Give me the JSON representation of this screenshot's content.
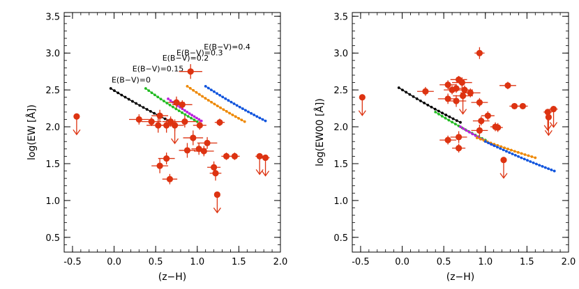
{
  "chart_data": [
    {
      "type": "scatter",
      "title": "",
      "xlabel": "(z−H)",
      "ylabel": "log(EW [Å])",
      "xlim": [
        -0.6,
        2.0
      ],
      "ylim": [
        0.3,
        3.55
      ],
      "xticks": [
        "-0.5",
        "0.0",
        "0.5",
        "1.0",
        "1.5",
        "2.0"
      ],
      "yticks": [
        "0.5",
        "1.0",
        "1.5",
        "2.0",
        "2.5",
        "3.0",
        "3.5"
      ],
      "grid": false,
      "model_tracks": [
        {
          "name": "E(B−V)=0",
          "color": "#000000",
          "x_start": -0.04,
          "x_end": 0.7,
          "y_start": 2.52,
          "y_end": 2.06,
          "points": 18
        },
        {
          "name": "E(B−V)=0.15",
          "color": "#22bb22",
          "x_start": 0.38,
          "x_end": 1.0,
          "y_start": 2.52,
          "y_end": 2.07,
          "points": 18
        },
        {
          "name": "E(B−V)=0.2",
          "color": "#bb22dd",
          "x_start": 0.65,
          "x_end": 1.05,
          "y_start": 2.38,
          "y_end": 2.08,
          "points": 15
        },
        {
          "name": "E(B−V)=0.3",
          "color": "#ee8800",
          "x_start": 0.88,
          "x_end": 1.57,
          "y_start": 2.55,
          "y_end": 2.07,
          "points": 20
        },
        {
          "name": "E(B−V)=0.4",
          "color": "#1155dd",
          "x_start": 1.1,
          "x_end": 1.82,
          "y_start": 2.55,
          "y_end": 2.08,
          "points": 22
        }
      ],
      "labels": [
        {
          "text": "E(B−V)=0",
          "x": -0.03,
          "y": 2.6
        },
        {
          "text": "E(B−V)=0.15",
          "x": 0.22,
          "y": 2.75
        },
        {
          "text": "E(B−V)=0.2",
          "x": 0.58,
          "y": 2.9
        },
        {
          "text": "E(B−V)=0.3",
          "x": 0.75,
          "y": 2.97
        },
        {
          "text": "E(B−V)=0.4",
          "x": 1.08,
          "y": 3.05
        }
      ],
      "points": [
        {
          "x": 0.3,
          "y": 2.1,
          "xerr": 0.12,
          "yerr": 0.07
        },
        {
          "x": 0.45,
          "y": 2.07,
          "xerr": 0.12,
          "yerr": 0.06
        },
        {
          "x": 0.55,
          "y": 2.15,
          "xerr": 0.1,
          "yerr": 0.08
        },
        {
          "x": 0.53,
          "y": 2.02,
          "xerr": 0.14,
          "yerr": 0.1
        },
        {
          "x": 0.63,
          "y": 2.02,
          "xerr": 0.12,
          "yerr": 0.1
        },
        {
          "x": 0.68,
          "y": 2.07,
          "xerr": 0.1,
          "yerr": 0.07
        },
        {
          "x": 0.73,
          "y": 2.02,
          "xerr": 0.11,
          "yerr": 0.08,
          "limit": true
        },
        {
          "x": 0.75,
          "y": 2.33,
          "xerr": 0.1,
          "yerr": 0.08
        },
        {
          "x": 0.82,
          "y": 2.3,
          "xerr": 0.12,
          "yerr": 0.06
        },
        {
          "x": 0.85,
          "y": 2.07,
          "xerr": 0.14,
          "yerr": 0.08
        },
        {
          "x": 0.92,
          "y": 2.75,
          "xerr": 0.14,
          "yerr": 0.1
        },
        {
          "x": 1.03,
          "y": 2.02,
          "xerr": 0.08,
          "yerr": 0.06
        },
        {
          "x": 0.95,
          "y": 1.85,
          "xerr": 0.12,
          "yerr": 0.1
        },
        {
          "x": 1.02,
          "y": 1.7,
          "xerr": 0.09,
          "yerr": 0.08
        },
        {
          "x": 1.12,
          "y": 1.78,
          "xerr": 0.12,
          "yerr": 0.08
        },
        {
          "x": 1.08,
          "y": 1.67,
          "xerr": 0.12,
          "yerr": 0.07
        },
        {
          "x": 0.88,
          "y": 1.68,
          "xerr": 0.1,
          "yerr": 0.1
        },
        {
          "x": 1.2,
          "y": 1.45,
          "xerr": 0.08,
          "yerr": 0.08
        },
        {
          "x": 0.55,
          "y": 1.47,
          "xerr": 0.1,
          "yerr": 0.1
        },
        {
          "x": 0.63,
          "y": 1.57,
          "xerr": 0.1,
          "yerr": 0.08
        },
        {
          "x": 0.67,
          "y": 1.29,
          "xerr": 0.09,
          "yerr": 0.07
        },
        {
          "x": 1.22,
          "y": 1.37,
          "xerr": 0.07,
          "yerr": 0.1
        },
        {
          "x": 1.35,
          "y": 1.6,
          "xerr": 0.06,
          "yerr": 0.05
        },
        {
          "x": 1.45,
          "y": 1.6,
          "xerr": 0.06,
          "yerr": 0.05
        },
        {
          "x": 1.27,
          "y": 2.06,
          "xerr": 0.06,
          "yerr": 0.05
        },
        {
          "x": -0.45,
          "y": 2.14,
          "xerr": 0,
          "yerr": 0,
          "limit": true
        },
        {
          "x": 1.24,
          "y": 1.08,
          "xerr": 0,
          "yerr": 0,
          "limit": true
        },
        {
          "x": 1.75,
          "y": 1.6,
          "xerr": 0.05,
          "yerr": 0,
          "limit": true
        },
        {
          "x": 1.82,
          "y": 1.58,
          "xerr": 0.05,
          "yerr": 0,
          "limit": true
        }
      ]
    },
    {
      "type": "scatter",
      "title": "",
      "xlabel": "(z−H)",
      "ylabel": "log(EW00 [Å])",
      "xlim": [
        -0.6,
        2.0
      ],
      "ylim": [
        0.3,
        3.55
      ],
      "xticks": [
        "-0.5",
        "0.0",
        "0.5",
        "1.0",
        "1.5",
        "2.0"
      ],
      "yticks": [
        "0.5",
        "1.0",
        "1.5",
        "2.0",
        "2.5",
        "3.0",
        "3.5"
      ],
      "grid": false,
      "model_tracks": [
        {
          "name": "E(B−V)=0",
          "color": "#000000",
          "x_start": -0.04,
          "x_end": 0.7,
          "y_start": 2.53,
          "y_end": 2.06,
          "points": 18
        },
        {
          "name": "E(B−V)=0.15",
          "color": "#22bb22",
          "x_start": 0.4,
          "x_end": 1.0,
          "y_start": 2.2,
          "y_end": 1.82,
          "points": 16
        },
        {
          "name": "E(B−V)=0.2",
          "color": "#bb22dd",
          "x_start": 0.7,
          "x_end": 1.1,
          "y_start": 2.0,
          "y_end": 1.75,
          "points": 12
        },
        {
          "name": "E(B−V)=0.3",
          "color": "#ee8800",
          "x_start": 0.9,
          "x_end": 1.6,
          "y_start": 1.85,
          "y_end": 1.58,
          "points": 18
        },
        {
          "name": "E(B−V)=0.4",
          "color": "#1155dd",
          "x_start": 1.0,
          "x_end": 1.83,
          "y_start": 1.8,
          "y_end": 1.4,
          "points": 24
        }
      ],
      "points": [
        {
          "x": 0.28,
          "y": 2.48,
          "xerr": 0.1,
          "yerr": 0.06
        },
        {
          "x": 0.55,
          "y": 2.57,
          "xerr": 0.1,
          "yerr": 0.06
        },
        {
          "x": 0.68,
          "y": 2.64,
          "xerr": 0.1,
          "yerr": 0.05
        },
        {
          "x": 0.72,
          "y": 2.6,
          "xerr": 0.12,
          "yerr": 0.07
        },
        {
          "x": 0.65,
          "y": 2.52,
          "xerr": 0.1,
          "yerr": 0.06
        },
        {
          "x": 0.75,
          "y": 2.5,
          "xerr": 0.1,
          "yerr": 0.06
        },
        {
          "x": 0.6,
          "y": 2.5,
          "xerr": 0.1,
          "yerr": 0.06
        },
        {
          "x": 0.55,
          "y": 2.38,
          "xerr": 0.12,
          "yerr": 0.07
        },
        {
          "x": 0.65,
          "y": 2.35,
          "xerr": 0.12,
          "yerr": 0.08
        },
        {
          "x": 0.73,
          "y": 2.42,
          "xerr": 0.12,
          "yerr": 0.06,
          "limit": true
        },
        {
          "x": 0.82,
          "y": 2.46,
          "xerr": 0.12,
          "yerr": 0.06
        },
        {
          "x": 0.93,
          "y": 2.33,
          "xerr": 0.1,
          "yerr": 0.06
        },
        {
          "x": 0.93,
          "y": 3.0,
          "xerr": 0.06,
          "yerr": 0.08
        },
        {
          "x": 1.27,
          "y": 2.56,
          "xerr": 0.1,
          "yerr": 0.05
        },
        {
          "x": 1.35,
          "y": 2.28,
          "xerr": 0.06,
          "yerr": 0.04
        },
        {
          "x": 1.45,
          "y": 2.28,
          "xerr": 0.06,
          "yerr": 0.04
        },
        {
          "x": 1.03,
          "y": 2.15,
          "xerr": 0.08,
          "yerr": 0.06
        },
        {
          "x": 0.95,
          "y": 2.08,
          "xerr": 0.1,
          "yerr": 0.06
        },
        {
          "x": 0.93,
          "y": 1.95,
          "xerr": 0.1,
          "yerr": 0.08
        },
        {
          "x": 1.12,
          "y": 2.0,
          "xerr": 0.06,
          "yerr": 0.06
        },
        {
          "x": 1.15,
          "y": 1.99,
          "xerr": 0.06,
          "yerr": 0.06
        },
        {
          "x": 0.68,
          "y": 1.86,
          "xerr": 0.1,
          "yerr": 0.08
        },
        {
          "x": 0.55,
          "y": 1.82,
          "xerr": 0.1,
          "yerr": 0.06
        },
        {
          "x": 0.68,
          "y": 1.71,
          "xerr": 0.08,
          "yerr": 0.06
        },
        {
          "x": 1.22,
          "y": 1.55,
          "xerr": 0,
          "yerr": 0,
          "limit": true
        },
        {
          "x": -0.48,
          "y": 2.4,
          "xerr": 0,
          "yerr": 0,
          "limit": true
        },
        {
          "x": 1.75,
          "y": 2.2,
          "xerr": 0.05,
          "yerr": 0,
          "limit": true
        },
        {
          "x": 1.82,
          "y": 2.24,
          "xerr": 0.05,
          "yerr": 0,
          "limit": true
        },
        {
          "x": 1.76,
          "y": 2.13,
          "xerr": 0,
          "yerr": 0,
          "limit": true
        }
      ]
    }
  ]
}
